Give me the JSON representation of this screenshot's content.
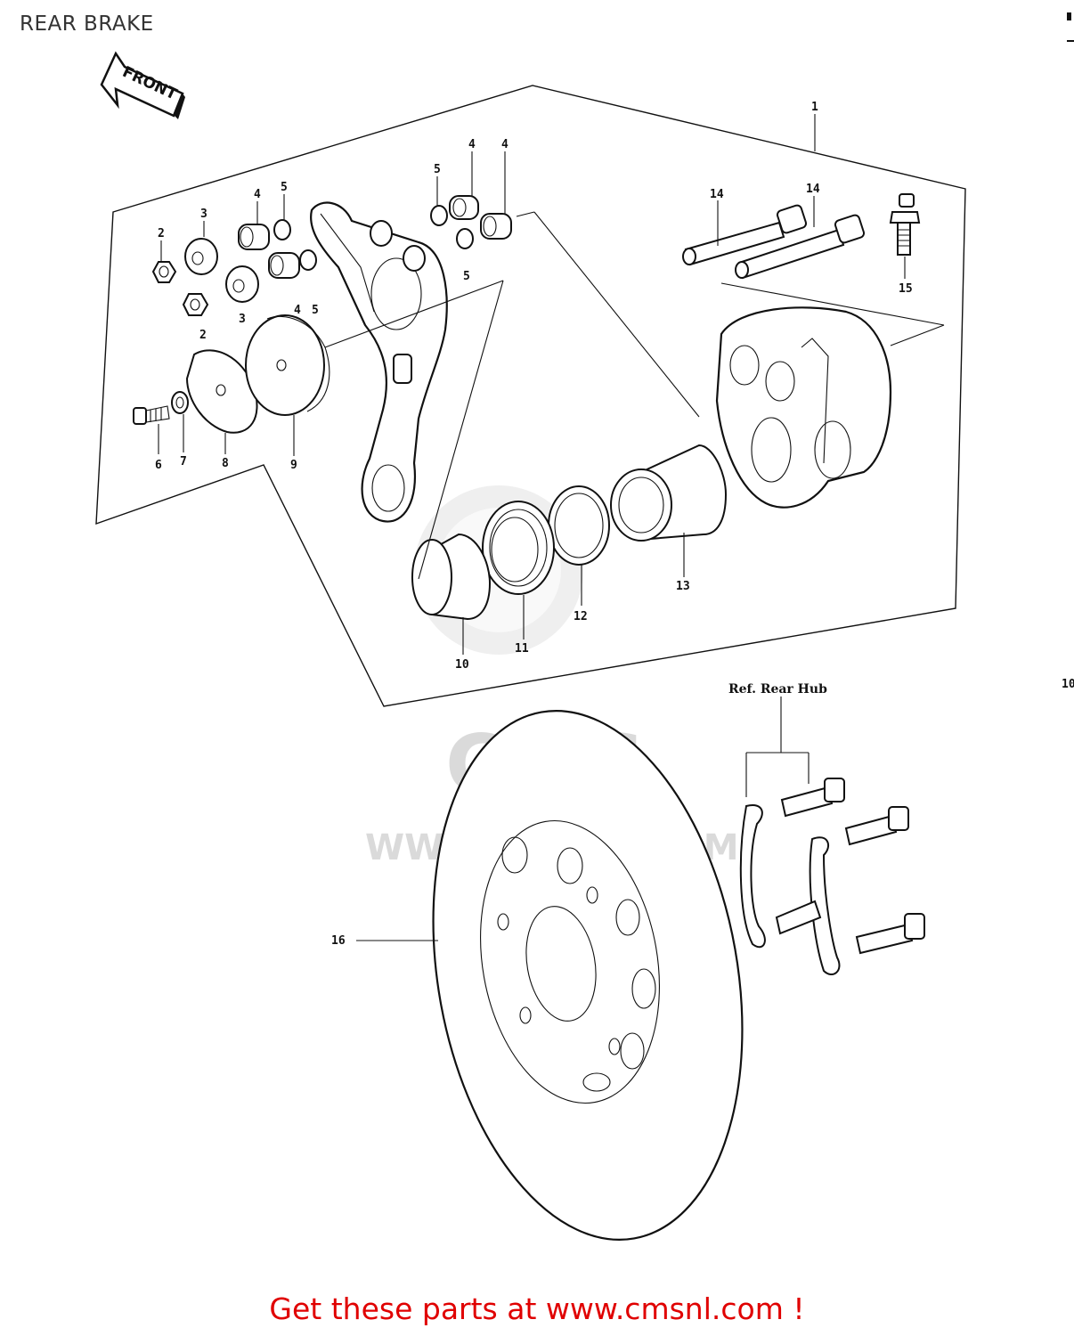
{
  "page": {
    "title": "REAR BRAKE",
    "cta": "Get these parts at www.cmsnl.com !"
  },
  "diagram": {
    "front_arrow": "FRONT",
    "ref_note": "Ref. Rear Hub",
    "corner_mark": "10",
    "watermark": {
      "logo_text": "CMS",
      "url_text": "WWW.CMSNL.COM"
    },
    "callouts": {
      "c1": "1",
      "c2a": "2",
      "c2b": "2",
      "c3a": "3",
      "c3b": "3",
      "c4a": "4",
      "c4b": "4",
      "c4c": "4",
      "c4d": "4",
      "c5a": "5",
      "c5b": "5",
      "c5c": "5",
      "c5d": "5",
      "c6": "6",
      "c7": "7",
      "c8": "8",
      "c9": "9",
      "c10": "10",
      "c11": "11",
      "c12": "12",
      "c13": "13",
      "c14a": "14",
      "c14b": "14",
      "c15": "15",
      "c16": "16"
    }
  }
}
